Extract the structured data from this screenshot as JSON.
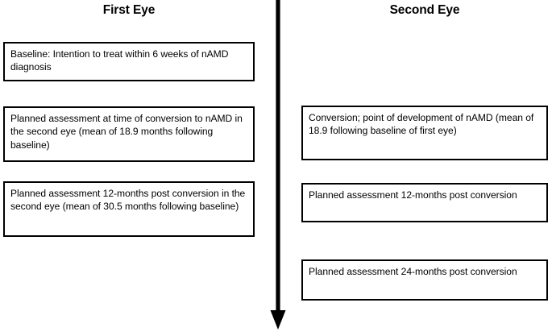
{
  "figure": {
    "type": "flowchart",
    "background_color": "#ffffff",
    "line_color": "#000000",
    "text_color": "#000000"
  },
  "columns": [
    {
      "id": "first-eye",
      "heading": "First Eye",
      "boxes": [
        {
          "id": "first-baseline",
          "text": "Baseline: Intention to treat within 6 weeks of nAMD diagnosis"
        },
        {
          "id": "first-conversion",
          "text": "Planned assessment at time of conversion to nAMD in the second eye (mean of 18.9 months following baseline)"
        },
        {
          "id": "first-12mo",
          "text": "Planned assessment 12-months post conversion in the second eye (mean of 30.5 months following baseline)"
        }
      ]
    },
    {
      "id": "second-eye",
      "heading": "Second Eye",
      "boxes": [
        {
          "id": "second-conversion",
          "text": "Conversion; point of development of nAMD (mean of 18.9 following baseline of first eye)"
        },
        {
          "id": "second-12mo",
          "text": "Planned assessment 12-months post conversion"
        },
        {
          "id": "second-24mo",
          "text": "Planned assessment 24-months post conversion"
        }
      ]
    }
  ],
  "arrow": {
    "name": "timeline-arrow-down",
    "direction": "down",
    "color": "#000000"
  }
}
